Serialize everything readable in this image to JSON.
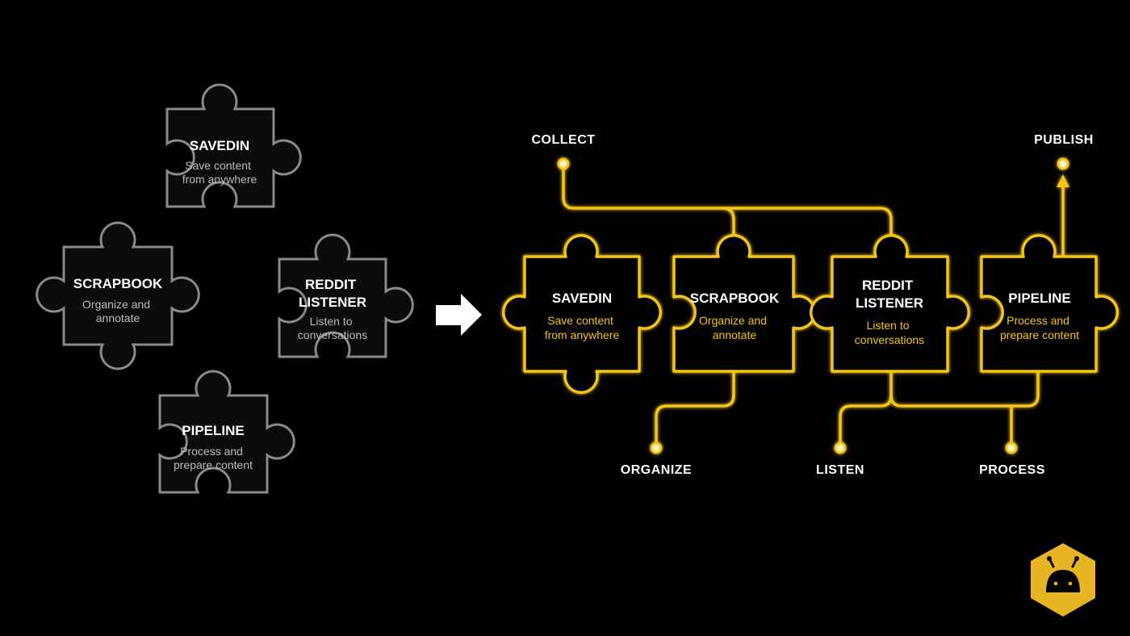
{
  "colors": {
    "background": "#000000",
    "gray_piece_stroke": "#8a8a8a",
    "gray_piece_fill": "#0b0b0b",
    "gray_title": "#ffffff",
    "gray_sub": "#bdbdbd",
    "accent": "#f5c518",
    "accent_sub": "#f5c518",
    "arrow": "#ffffff",
    "logo": "#e8b424"
  },
  "before": {
    "pieces": [
      {
        "title": [
          "SAVEDIN"
        ],
        "sub": [
          "Save content",
          "from anywhere"
        ]
      },
      {
        "title": [
          "SCRAPBOOK"
        ],
        "sub": [
          "Organize and",
          "annotate"
        ]
      },
      {
        "title": [
          "REDDIT",
          "LISTENER"
        ],
        "sub": [
          "Listen to",
          "conversations"
        ]
      },
      {
        "title": [
          "PIPELINE"
        ],
        "sub": [
          "Process and",
          "prepare content"
        ]
      }
    ]
  },
  "after": {
    "pieces": [
      {
        "title": [
          "SAVEDIN"
        ],
        "sub": [
          "Save content",
          "from anywhere"
        ]
      },
      {
        "title": [
          "SCRAPBOOK"
        ],
        "sub": [
          "Organize and",
          "annotate"
        ]
      },
      {
        "title": [
          "REDDIT",
          "LISTENER"
        ],
        "sub": [
          "Listen to",
          "conversations"
        ]
      },
      {
        "title": [
          "PIPELINE"
        ],
        "sub": [
          "Process and",
          "prepare content"
        ]
      }
    ],
    "labels": {
      "collect": "COLLECT",
      "publish": "PUBLISH",
      "organize": "ORGANIZE",
      "listen": "LISTEN",
      "process": "PROCESS"
    }
  },
  "logo": {
    "icon": "robot-head-icon"
  }
}
